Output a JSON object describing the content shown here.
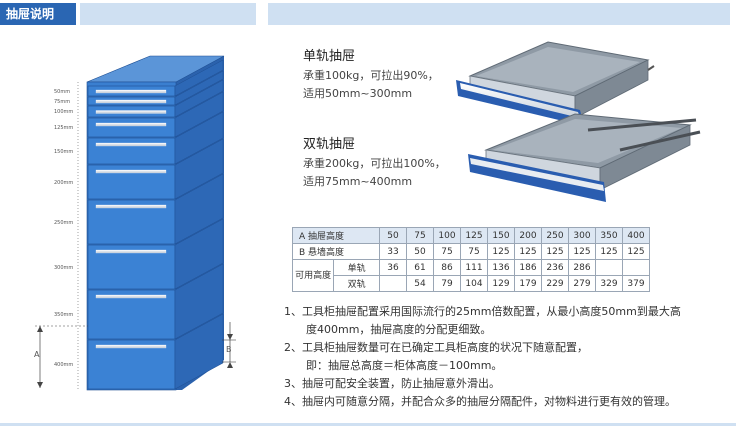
{
  "header": {
    "tab_label": "抽屉说明"
  },
  "diagram": {
    "heights": [
      "50mm",
      "75mm",
      "100mm",
      "125mm",
      "150mm",
      "200mm",
      "250mm",
      "300mm",
      "350mm",
      "400mm"
    ],
    "label_a": "A",
    "label_b": "B"
  },
  "single_rail": {
    "title": "单轨抽屉",
    "line1": "承重100kg，可拉出90%，",
    "line2": "适用50mm~300mm"
  },
  "double_rail": {
    "title": "双轨抽屉",
    "line1": "承重200kg，可拉出100%，",
    "line2": "适用75mm~400mm"
  },
  "table": {
    "row_a_label": "A  抽屉高度",
    "row_a": [
      "50",
      "75",
      "100",
      "125",
      "150",
      "200",
      "250",
      "300",
      "350",
      "400"
    ],
    "row_b_label": "B  悬墙高度",
    "row_b": [
      "33",
      "50",
      "75",
      "75",
      "125",
      "125",
      "125",
      "125",
      "125",
      "125"
    ],
    "usable_label": "可用高度",
    "single_label": "单轨",
    "single": [
      "36",
      "61",
      "86",
      "111",
      "136",
      "186",
      "236",
      "286",
      "",
      ""
    ],
    "double_label": "双轨",
    "double": [
      "",
      "54",
      "79",
      "104",
      "129",
      "179",
      "229",
      "279",
      "329",
      "379"
    ]
  },
  "notes": {
    "n1a": "1、工具柜抽屉配置采用国际流行的25mm倍数配置，从最小高度50mm到最大高",
    "n1b": "度400mm，抽屉高度的分配更细致。",
    "n2a": "2、工具柜抽屉数量可在已确定工具柜高度的状况下随意配置，",
    "n2b": "即：抽屉总高度＝柜体高度－100mm。",
    "n3": "3、抽屉可配安全装置，防止抽屉意外滑出。",
    "n4": "4、抽屉内可随意分隔，并配合众多的抽屉分隔配件，对物料进行更有效的管理。"
  },
  "colors": {
    "accent": "#2a66b3",
    "cabinet_front": "#3a7fd0",
    "cabinet_side": "#2b62ad",
    "header_bar": "#cfe0f2"
  }
}
